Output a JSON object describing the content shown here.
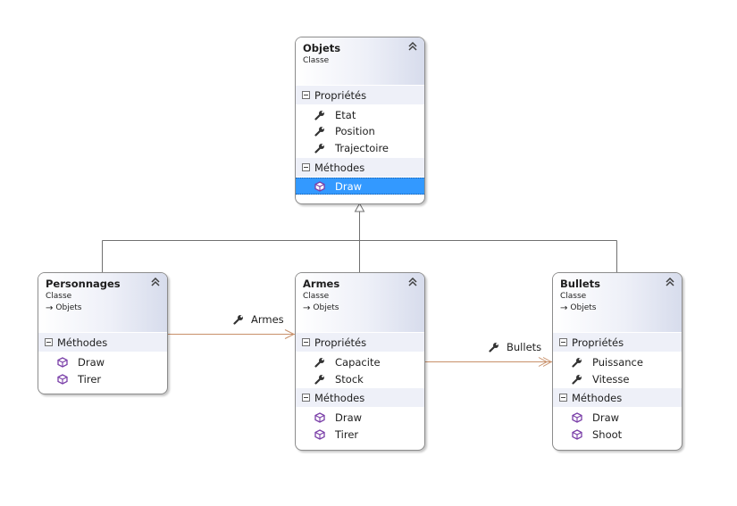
{
  "diagram": {
    "classes": {
      "objets": {
        "name": "Objets",
        "stereotype": "Classe",
        "sections": {
          "properties": {
            "title": "Propriétés",
            "items": [
              "Etat",
              "Position",
              "Trajectoire"
            ]
          },
          "methods": {
            "title": "Méthodes",
            "items": [
              "Draw"
            ],
            "selected": "Draw"
          }
        }
      },
      "personnages": {
        "name": "Personnages",
        "stereotype": "Classe",
        "base": "Objets",
        "sections": {
          "methods": {
            "title": "Méthodes",
            "items": [
              "Draw",
              "Tirer"
            ]
          }
        }
      },
      "armes": {
        "name": "Armes",
        "stereotype": "Classe",
        "base": "Objets",
        "sections": {
          "properties": {
            "title": "Propriétés",
            "items": [
              "Capacite",
              "Stock"
            ]
          },
          "methods": {
            "title": "Méthodes",
            "items": [
              "Draw",
              "Tirer"
            ]
          }
        }
      },
      "bullets": {
        "name": "Bullets",
        "stereotype": "Classe",
        "base": "Objets",
        "sections": {
          "properties": {
            "title": "Propriétés",
            "items": [
              "Puissance",
              "Vitesse"
            ]
          },
          "methods": {
            "title": "Méthodes",
            "items": [
              "Draw",
              "Shoot"
            ]
          }
        }
      }
    },
    "associations": {
      "armes": {
        "label": "Armes",
        "from": "Personnages",
        "to": "Armes"
      },
      "bullets": {
        "label": "Bullets",
        "from": "Armes",
        "to": "Bullets"
      }
    },
    "inheritance": {
      "base": "Objets",
      "derived": [
        "Personnages",
        "Armes",
        "Bullets"
      ]
    }
  },
  "colors": {
    "border": "#8c8c8c",
    "section_bg": "#eef0f8",
    "header_gradient_end": "#d7dcec",
    "selection": "#3399ff",
    "association_line": "#c8906a",
    "inheritance_line": "#707070",
    "method_icon": "#7a3fa8",
    "property_icon": "#333333"
  },
  "icons": {
    "collapse": "double-chevron-up-icon",
    "property": "wrench-icon",
    "method": "cube-icon",
    "minus": "minus-box-icon",
    "base_arrow": "right-arrow-icon"
  }
}
